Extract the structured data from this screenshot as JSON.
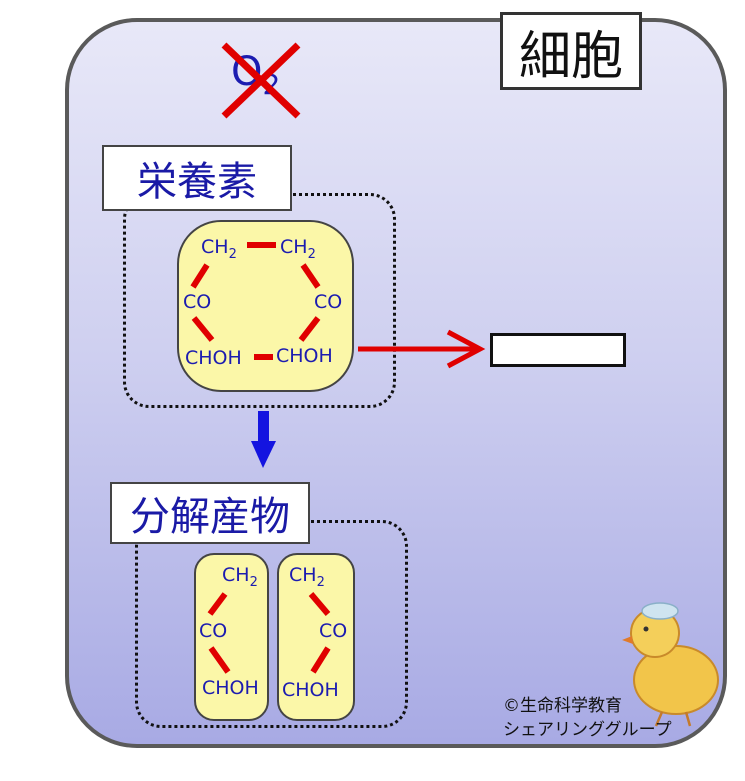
{
  "title": "細胞",
  "oxygen": {
    "symbol": "O",
    "subscript": "2",
    "crossed": true
  },
  "nutrient": {
    "label": "栄養素",
    "ring": {
      "top_left": "CH",
      "top_left_sub": "2",
      "top_right": "CH",
      "top_right_sub": "2",
      "mid_left": "CO",
      "mid_right": "CO",
      "bottom_left": "CHOH",
      "bottom_right": "CHOH"
    }
  },
  "product": {
    "label": "分解産物",
    "left": {
      "top": "CH",
      "top_sub": "2",
      "mid": "CO",
      "bottom": "CHOH"
    },
    "right": {
      "top": "CH",
      "top_sub": "2",
      "mid": "CO",
      "bottom": "CHOH"
    }
  },
  "answer_box": {
    "value": ""
  },
  "credit": {
    "line1": "©生命科学教育",
    "line2": "シェアリンググループ"
  },
  "colors": {
    "bond": "#e00000",
    "text": "#1c1cb0",
    "down_arrow": "#1414e0",
    "right_arrow": "#e00000",
    "molecule_fill": "#fbf7a8"
  }
}
